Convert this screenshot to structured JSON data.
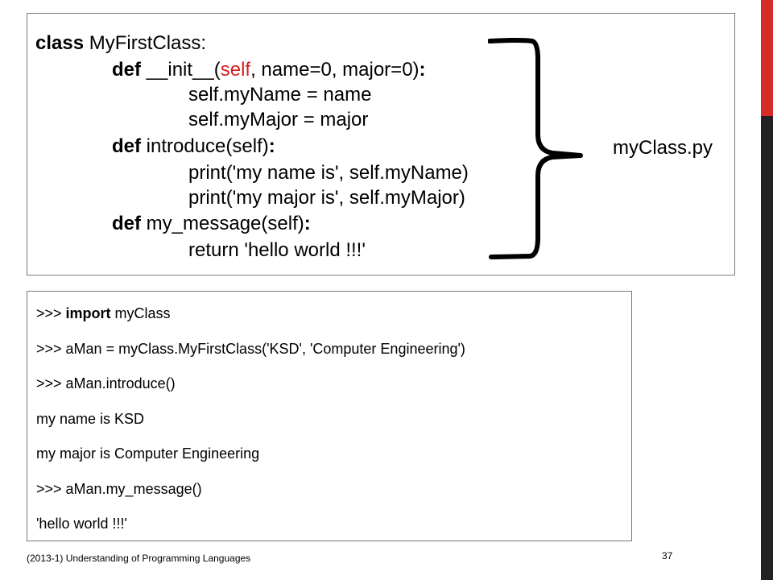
{
  "code": {
    "line1": {
      "kw": "class",
      "rest": " MyFirstClass:"
    },
    "line2": {
      "kw": "def",
      "a": " __init__(",
      "self": "self",
      "b": ", name=0, major=0)",
      "colon": ":"
    },
    "line3": "self.myName = name",
    "line4": "self.myMajor = major",
    "line5": {
      "kw": "def",
      "rest": " introduce(self)",
      "colon": ":"
    },
    "line6": "print('my name is', self.myName)",
    "line7": "print('my major is', self.myMajor)",
    "line8": {
      "kw": "def",
      "rest": " my_message(self)",
      "colon": ":"
    },
    "line9": "return 'hello world !!!'"
  },
  "file_label": "myClass.py",
  "repl": {
    "line1": {
      "prompt": ">>> ",
      "kw": "import",
      "rest": " myClass"
    },
    "line2": ">>> aMan = myClass.MyFirstClass('KSD', 'Computer Engineering')",
    "line3": ">>> aMan.introduce()",
    "line4": "my name is KSD",
    "line5": "my major is Computer Engineering",
    "line6": ">>> aMan.my_message()",
    "line7": "'hello world !!!'"
  },
  "footer": "(2013-1)  Understanding of Programming Languages",
  "page_number": "37",
  "colors": {
    "accent_red": "#d92a2a",
    "side_dark": "#222222",
    "self_red": "#d42020"
  }
}
